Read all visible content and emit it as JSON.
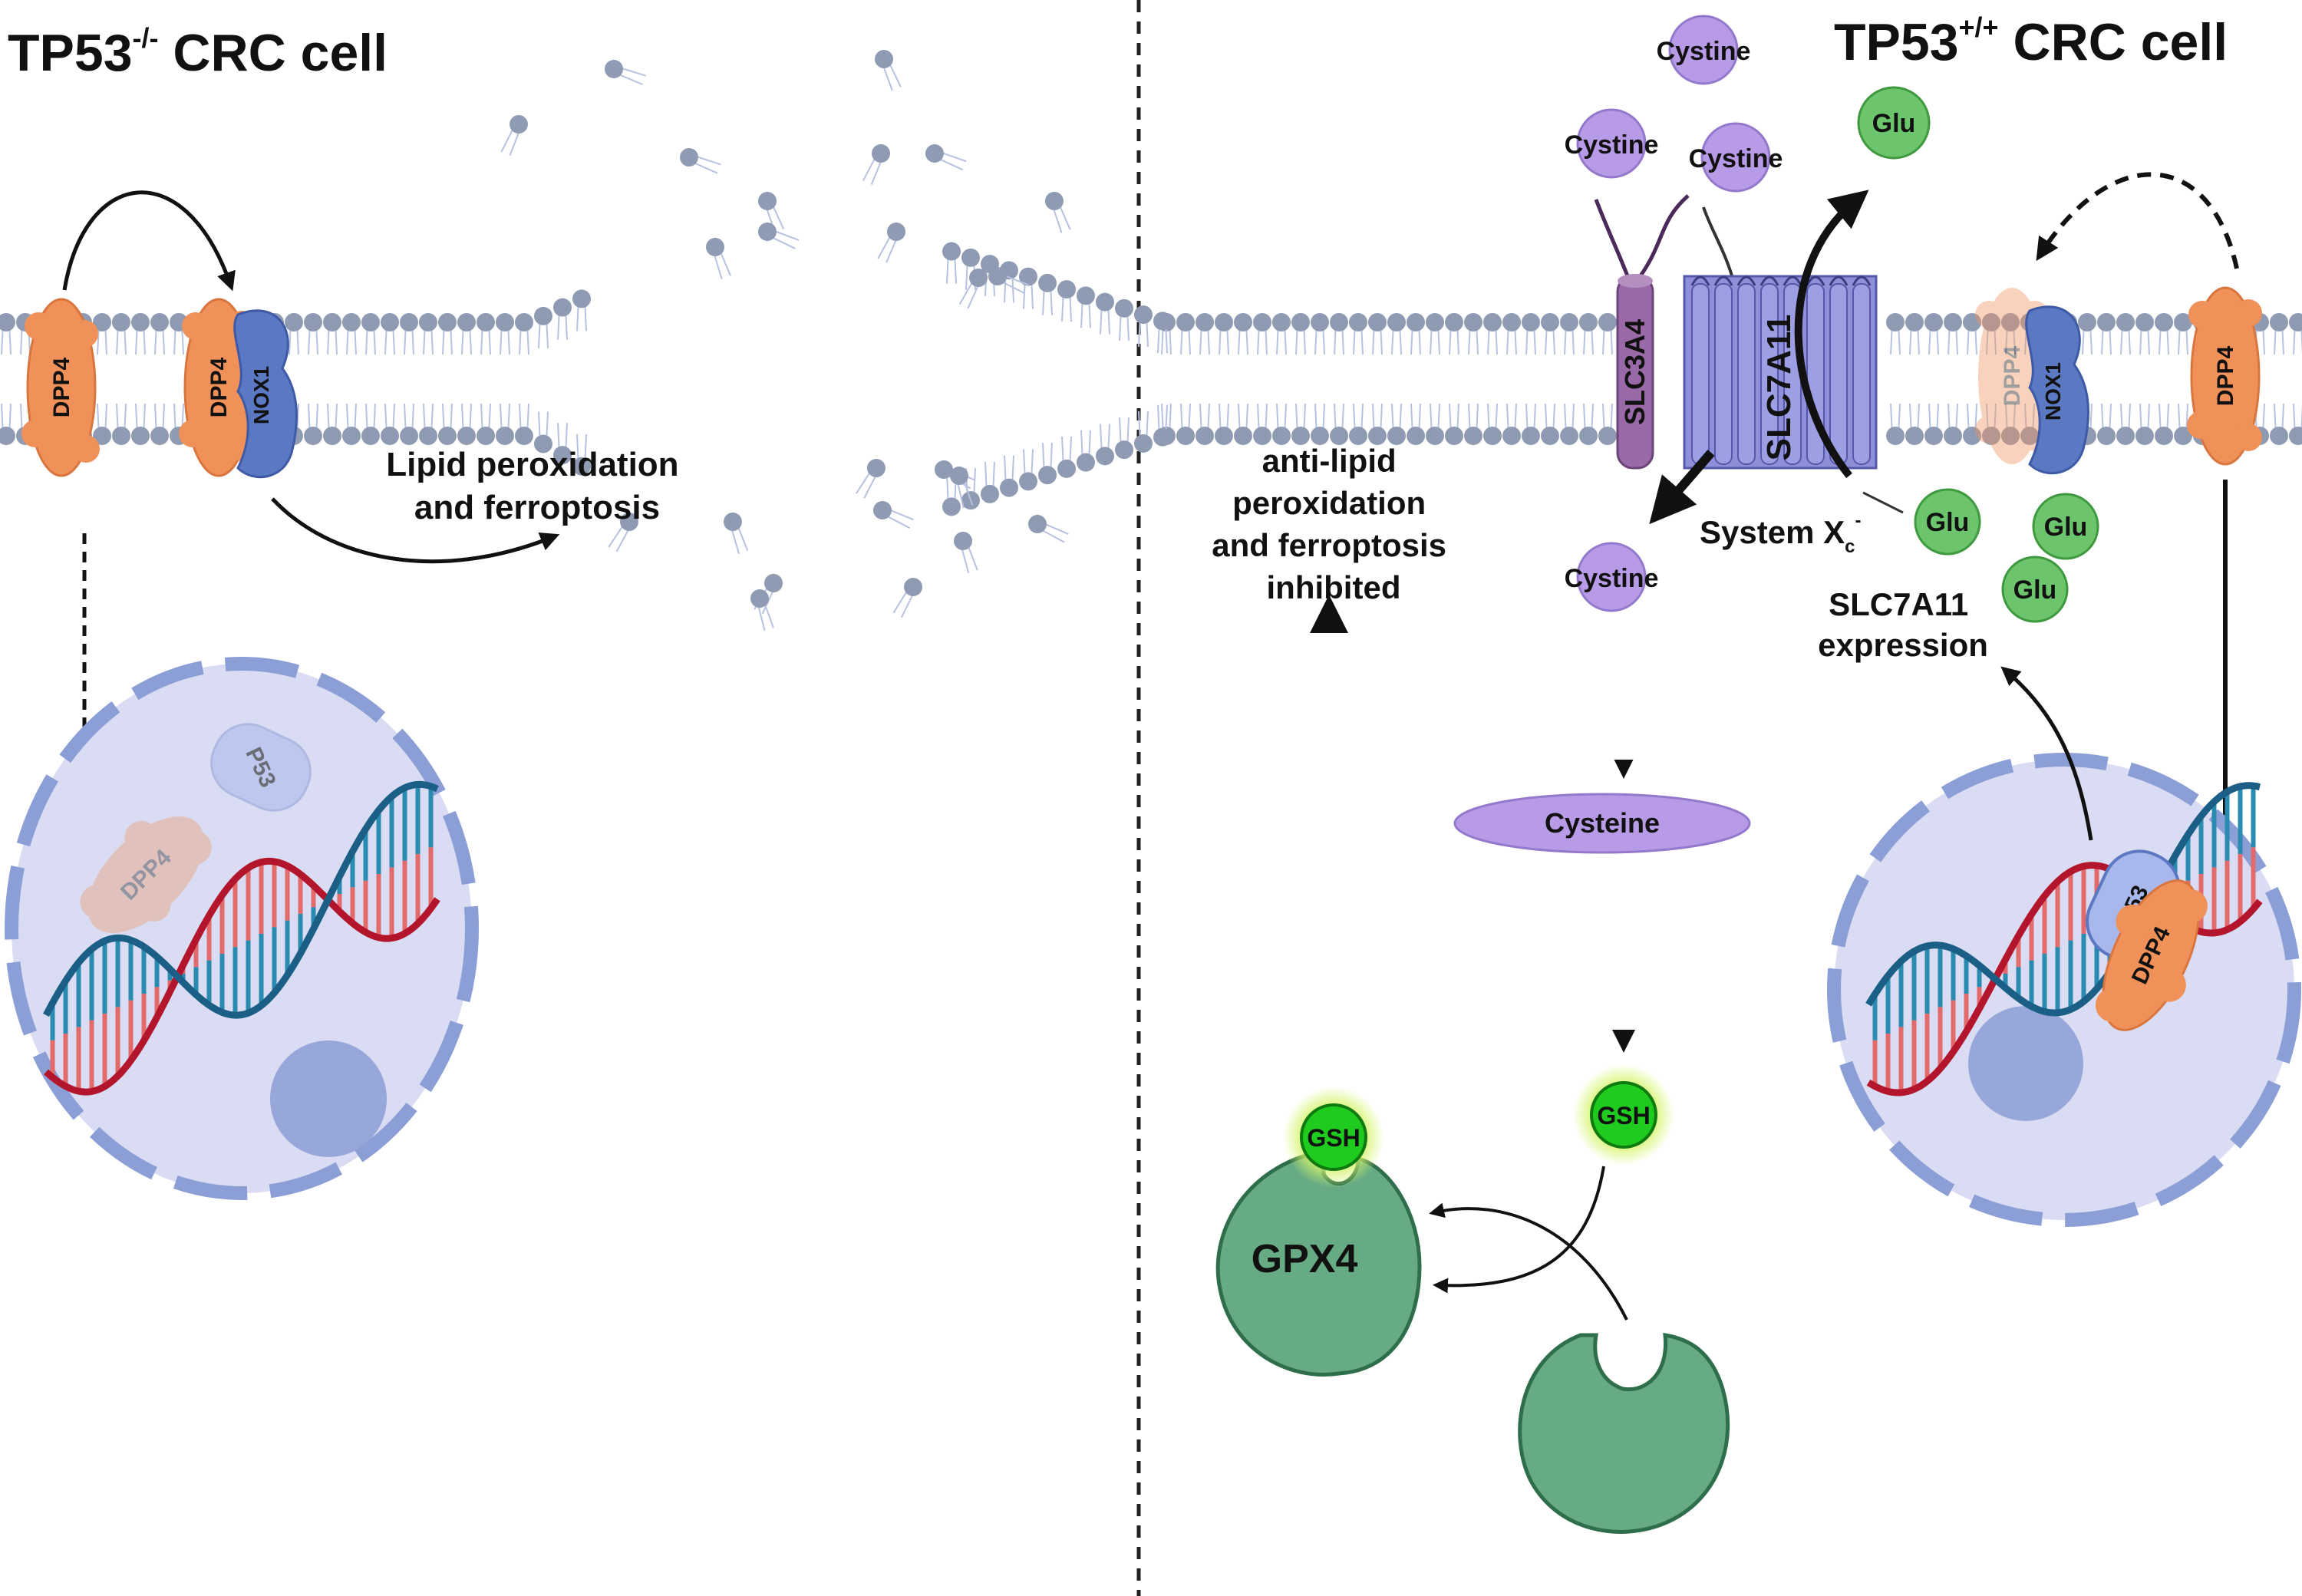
{
  "left_panel": {
    "title": "TP53",
    "title_sup": "-/-",
    "title_rest": " CRC cell",
    "proteins": {
      "dpp4_a": "DPP4",
      "dpp4_b": "DPP4",
      "nox1": "NOX1",
      "nuclear_dpp4": "DPP4",
      "nuclear_p53": "P53"
    },
    "outcome": [
      "Lipid peroxidation",
      "and ferroptosis"
    ]
  },
  "right_panel": {
    "title": "TP53",
    "title_sup": "+/+",
    "title_rest": " CRC cell",
    "cystine": [
      "Cystine",
      "Cystine",
      "Cystine",
      "Cystine"
    ],
    "glu": [
      "Glu",
      "Glu",
      "Glu",
      "Glu"
    ],
    "slc3a4": "SLC3A4",
    "slc7a11": "SLC7A11",
    "system_label": "System X",
    "system_sub": "c",
    "system_sup": "-",
    "cysteine": "Cysteine",
    "gsh": [
      "GSH",
      "GSH"
    ],
    "gpx4": "GPX4",
    "inhibited": [
      "anti-lipid",
      "peroxidation",
      "and ferroptosis",
      "inhibited"
    ],
    "expression": [
      "SLC7A11",
      "expression"
    ],
    "proteins": {
      "dpp4_faded": "DPP4",
      "nox1": "NOX1",
      "dpp4": "DPP4",
      "p53": "P53",
      "dpp4_nuclear": "DPP4"
    }
  },
  "colors": {
    "dpp4": "#f0915a",
    "nox1": "#5b78c2",
    "p53": "#a9b8ec",
    "nucleus": "#d9dcf2",
    "envelope": "#8c9ed6",
    "lipid_head": "#8f9bb3",
    "slc7a11": "#8d8fd9",
    "slc3a4": "#9a6aa8",
    "cystine": "#b79be6",
    "glu": "#6cc46c",
    "gsh": "#1ecb1e",
    "gpx4": "#67ab84",
    "dna_red": "#b3162c",
    "dna_blue": "#1b5e86"
  }
}
